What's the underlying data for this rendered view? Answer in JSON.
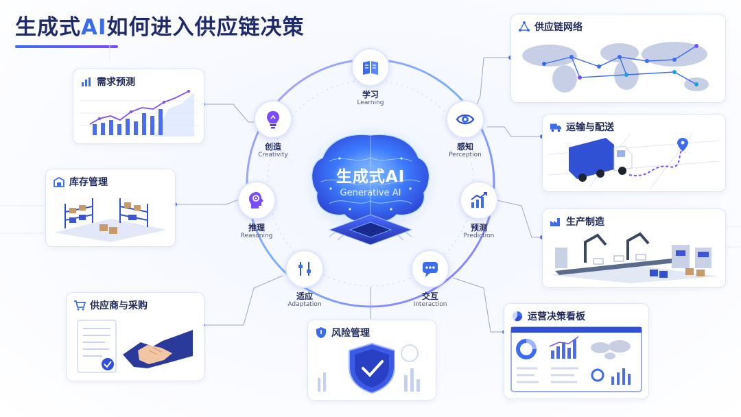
{
  "page": {
    "title_main": "生成式",
    "title_ai": "AI",
    "title_rest": "如何进入供应链决策"
  },
  "center": {
    "title_zh": "生成式AI",
    "title_en": "Generative AI"
  },
  "nodes": [
    {
      "zh": "学习",
      "en": "Learning",
      "icon": "book-icon"
    },
    {
      "zh": "感知",
      "en": "Perception",
      "icon": "eye-icon"
    },
    {
      "zh": "预测",
      "en": "Prediction",
      "icon": "rising-chart-icon"
    },
    {
      "zh": "交互",
      "en": "Interaction",
      "icon": "chat-bubble-icon"
    },
    {
      "zh": "适应",
      "en": "Adaptation",
      "icon": "sliders-icon"
    },
    {
      "zh": "推理",
      "en": "Reasoning",
      "icon": "head-brain-icon"
    },
    {
      "zh": "创造",
      "en": "Creativity",
      "icon": "lightbulb-icon"
    }
  ],
  "cards": {
    "demand_forecast": {
      "title": "需求预测",
      "icon": "bar-chart-icon"
    },
    "inventory": {
      "title": "库存管理",
      "icon": "warehouse-icon"
    },
    "supplier_procurement": {
      "title": "供应商与采购",
      "icon": "cart-icon"
    },
    "risk": {
      "title": "风险管理",
      "icon": "shield-icon"
    },
    "network": {
      "title": "供应链网络",
      "icon": "network-icon"
    },
    "transport": {
      "title": "运输与配送",
      "icon": "truck-icon"
    },
    "manufacturing": {
      "title": "生产制造",
      "icon": "factory-icon"
    },
    "dashboard": {
      "title": "运营决策看板",
      "icon": "pie-chart-icon"
    }
  },
  "colors": {
    "primary": "#3b6cf0",
    "accent": "#7b4cff",
    "title": "#1f2a6b",
    "glow": "#4f8dff"
  }
}
